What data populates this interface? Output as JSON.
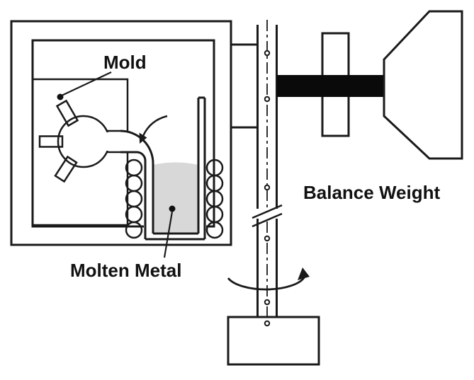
{
  "diagram": {
    "labels": {
      "mold": "Mold",
      "molten_metal": "Molten Metal",
      "balance_weight": "Balance Weight"
    },
    "colors": {
      "line": "#1a1a1a",
      "mold_fill": "#575757",
      "molten_metal_fill": "#d8d8d8",
      "balance_bar_fill": "#0a0a0a",
      "background": "#ffffff"
    }
  }
}
